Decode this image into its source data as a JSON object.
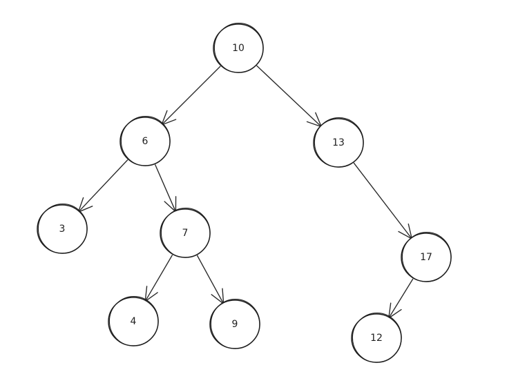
{
  "tree": {
    "nodes": [
      {
        "id": "n10",
        "label": "10"
      },
      {
        "id": "n6",
        "label": "6"
      },
      {
        "id": "n13",
        "label": "13"
      },
      {
        "id": "n3",
        "label": "3"
      },
      {
        "id": "n7",
        "label": "7"
      },
      {
        "id": "n17",
        "label": "17"
      },
      {
        "id": "n4",
        "label": "4"
      },
      {
        "id": "n9",
        "label": "9"
      },
      {
        "id": "n12",
        "label": "12"
      }
    ],
    "edges": [
      {
        "from": "n10",
        "to": "n6"
      },
      {
        "from": "n10",
        "to": "n13"
      },
      {
        "from": "n6",
        "to": "n3"
      },
      {
        "from": "n6",
        "to": "n7"
      },
      {
        "from": "n7",
        "to": "n4"
      },
      {
        "from": "n7",
        "to": "n9"
      },
      {
        "from": "n13",
        "to": "n17"
      },
      {
        "from": "n17",
        "to": "n12"
      }
    ]
  },
  "colors": {
    "stroke": "#1e1e1e",
    "background": "#ffffff"
  }
}
